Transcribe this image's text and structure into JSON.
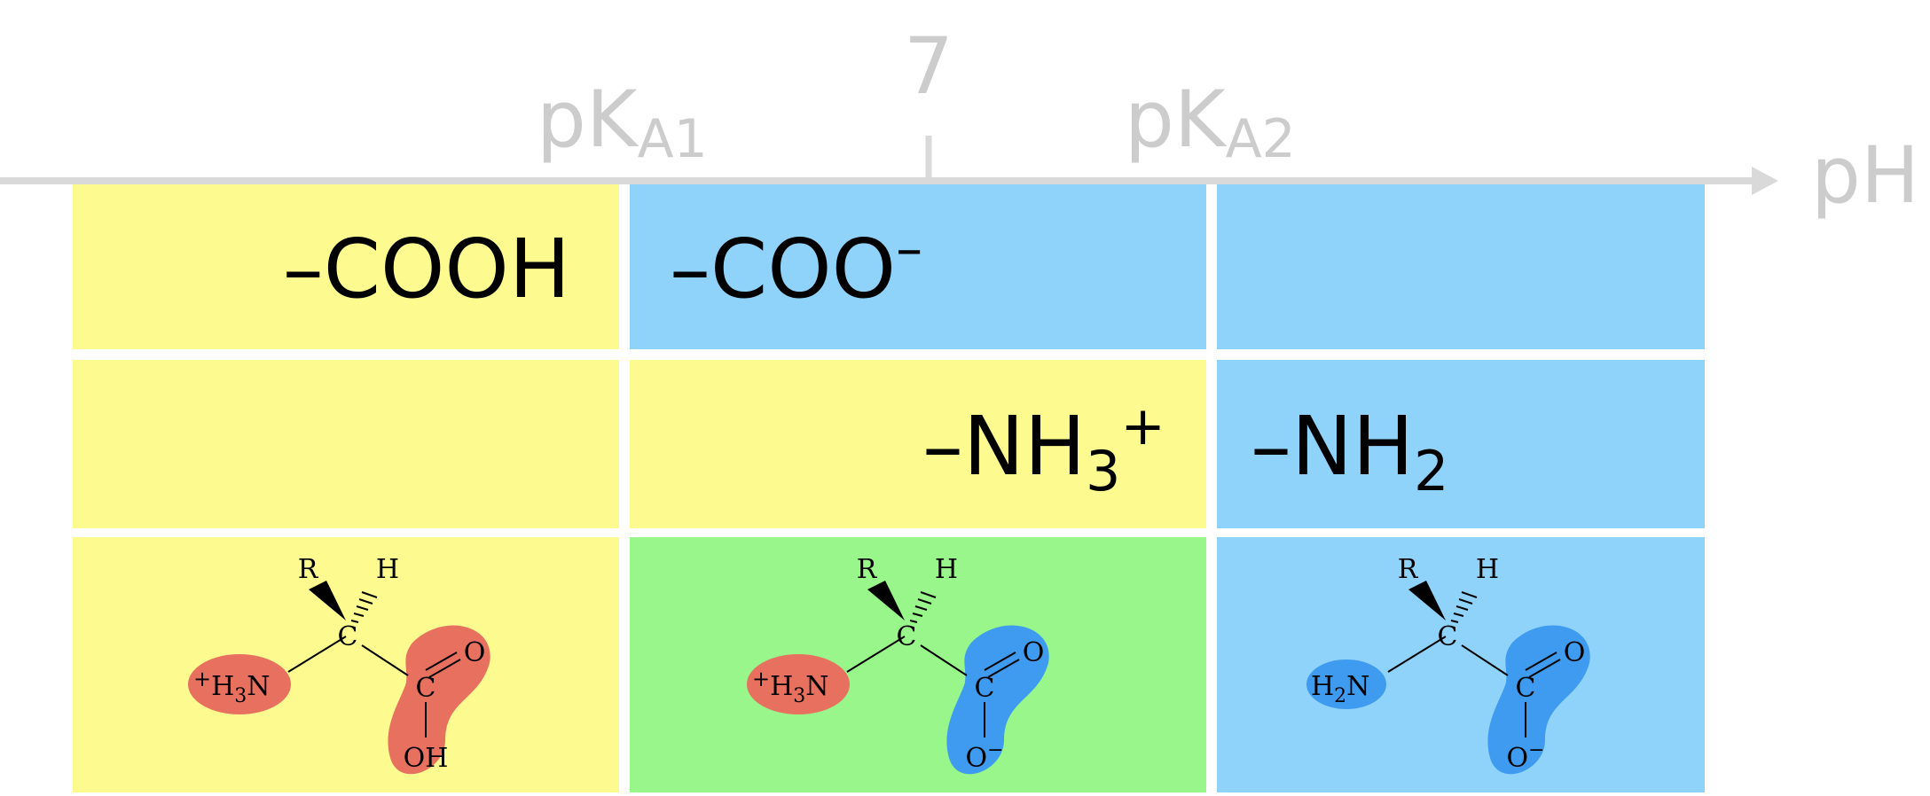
{
  "axis": {
    "label": "pH",
    "ticks": [
      {
        "main": "pK",
        "sub": "A1"
      },
      {
        "main": "7",
        "sub": ""
      },
      {
        "main": "pK",
        "sub": "A2"
      }
    ]
  },
  "groups": {
    "carboxyl_acid": "–COOH",
    "carboxylate": {
      "main": "–COO",
      "sup": "–"
    },
    "ammonium": {
      "main": "–NH",
      "sub": "3",
      "sup": "+"
    },
    "amine": {
      "main": "–NH",
      "sub": "2"
    }
  },
  "structures": [
    {
      "r": "R",
      "h": "H",
      "c": "C",
      "o": "O",
      "n_plus": "+",
      "n_main": "H",
      "n_sub": "3",
      "n_tail": "N",
      "oh_main": "OH",
      "oh_sup": ""
    },
    {
      "r": "R",
      "h": "H",
      "c": "C",
      "o": "O",
      "n_plus": "+",
      "n_main": "H",
      "n_sub": "3",
      "n_tail": "N",
      "oh_main": "O",
      "oh_sup": "−"
    },
    {
      "r": "R",
      "h": "H",
      "c": "C",
      "o": "O",
      "n_plus": "",
      "n_main": "H",
      "n_sub": "2",
      "n_tail": "N",
      "oh_main": "O",
      "oh_sup": "−"
    }
  ],
  "colors": {
    "axis": "#d9d9d9",
    "axis_text": "#cccccc",
    "yellow": "#fdfb8f",
    "blue": "#8fd3fb",
    "green": "#98f68a",
    "red_blob": "#e8705f",
    "blue_blob": "#3f9bef"
  }
}
